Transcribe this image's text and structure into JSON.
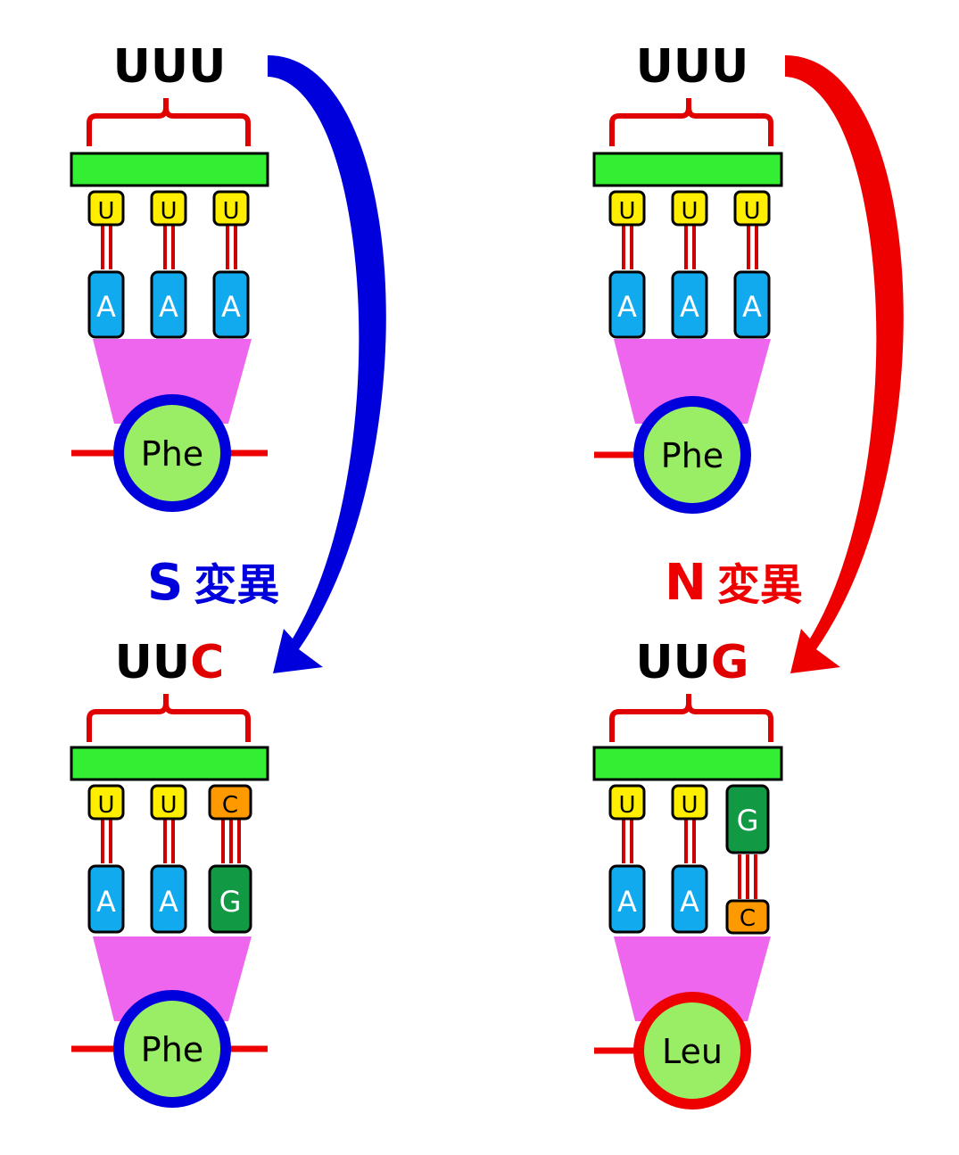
{
  "colors": {
    "mrna_bar": "#33ee33",
    "bracket": "#e00000",
    "base_u": "#ffee00",
    "base_a": "#11aaee",
    "base_c": "#ff9900",
    "base_g": "#119944",
    "trna_body": "#ee66ee",
    "amino_fill": "#99ee66",
    "synonymous": "#0000dd",
    "nonsynonymous": "#ee0000",
    "hbond": "#cc0000"
  },
  "panels": {
    "s_before": {
      "codon": [
        "U",
        "U",
        "U"
      ],
      "codon_changed": [
        false,
        false,
        false
      ],
      "mrna_bases": [
        "U",
        "U",
        "U"
      ],
      "anticodon": [
        "A",
        "A",
        "A"
      ],
      "amino_acid": "Phe"
    },
    "s_after": {
      "codon": [
        "U",
        "U",
        "C"
      ],
      "codon_changed": [
        false,
        false,
        true
      ],
      "mrna_bases": [
        "U",
        "U",
        "C"
      ],
      "anticodon": [
        "A",
        "A",
        "G"
      ],
      "amino_acid": "Phe"
    },
    "n_before": {
      "codon": [
        "U",
        "U",
        "U"
      ],
      "codon_changed": [
        false,
        false,
        false
      ],
      "mrna_bases": [
        "U",
        "U",
        "U"
      ],
      "anticodon": [
        "A",
        "A",
        "A"
      ],
      "amino_acid": "Phe"
    },
    "n_after": {
      "codon": [
        "U",
        "U",
        "G"
      ],
      "codon_changed": [
        false,
        false,
        true
      ],
      "mrna_bases": [
        "U",
        "U",
        "G"
      ],
      "anticodon": [
        "A",
        "A",
        "C"
      ],
      "amino_acid": "Leu"
    }
  },
  "labels": {
    "s_mutation_letter": "S",
    "s_mutation_word": "変異",
    "n_mutation_letter": "N",
    "n_mutation_word": "変異"
  }
}
